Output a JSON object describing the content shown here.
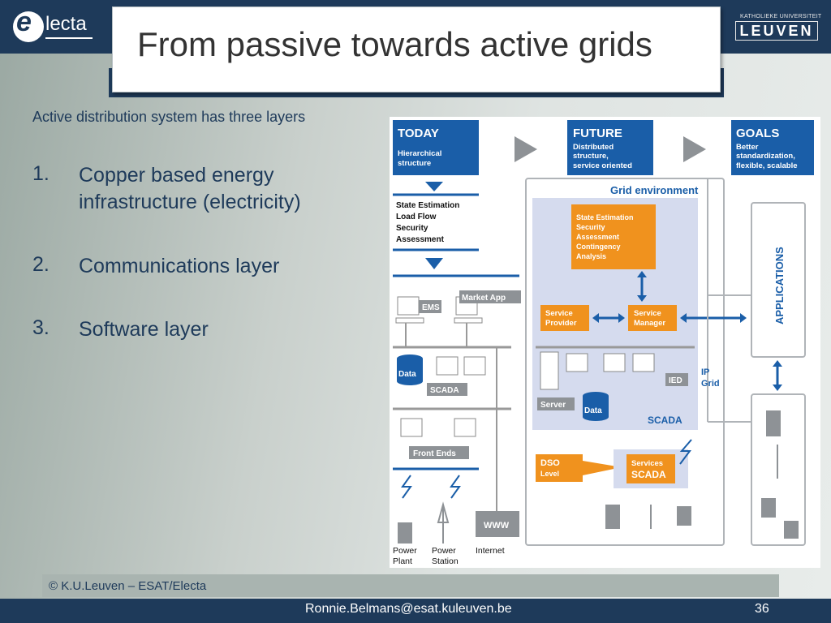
{
  "header": {
    "logo_text": "lecta",
    "logo_initial": "e",
    "university_small": "KATHOLIEKE UNIVERSITEIT",
    "university_big": "LEUVEN"
  },
  "slide": {
    "title": "From passive towards active grids",
    "intro": "Active distribution system has three layers",
    "items": [
      {
        "num": "1.",
        "text": "Copper based energy infrastructure (electricity)"
      },
      {
        "num": "2.",
        "text": "Communications layer"
      },
      {
        "num": "3.",
        "text": "Software layer"
      }
    ]
  },
  "diagram": {
    "today_title": "TODAY",
    "today_sub": [
      "Hierarchical",
      "structure"
    ],
    "future_title": "FUTURE",
    "future_sub": [
      "Distributed",
      "structure,",
      "service oriented"
    ],
    "goals_title": "GOALS",
    "goals_sub": [
      "Better",
      "standardization,",
      "flexible, scalable"
    ],
    "left_functions": [
      "State Estimation",
      "Load Flow",
      "Security",
      "Assessment"
    ],
    "ems": "EMS",
    "market_app": "Market App",
    "data": "Data",
    "scada": "SCADA",
    "front_ends": "Front Ends",
    "www": "WWW",
    "power_plant": [
      "Power",
      "Plant"
    ],
    "power_station": [
      "Power",
      "Station"
    ],
    "internet": "Internet",
    "grid_env": "Grid environment",
    "orange_functions": [
      "State Estimation",
      "Security",
      "Assessment",
      "Contingency",
      "Analysis"
    ],
    "service_provider": [
      "Service",
      "Provider"
    ],
    "service_manager": [
      "Service",
      "Manager"
    ],
    "applications": "APPLICATIONS",
    "ied": "IED",
    "ip_grid": [
      "IP",
      "Grid"
    ],
    "server": "Server",
    "data_right": "Data",
    "scada_right": "SCADA",
    "dso": [
      "DSO",
      "Level"
    ],
    "services_scada": [
      "Services",
      "SCADA"
    ]
  },
  "footer": {
    "copyright": "© K.U.Leuven – ESAT/Electa",
    "email": "Ronnie.Belmans@esat.kuleuven.be",
    "page": "36"
  }
}
